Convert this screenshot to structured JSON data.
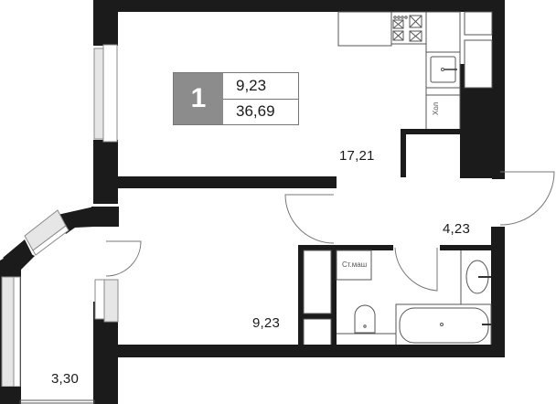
{
  "plan": {
    "rooms_count": "1",
    "summary": {
      "living_area": "9,23",
      "total_area": "36,69"
    },
    "rooms": [
      {
        "id": "kitchen-living",
        "area": "17,21"
      },
      {
        "id": "hallway",
        "area": "4,23"
      },
      {
        "id": "bedroom",
        "area": "9,23"
      },
      {
        "id": "balcony",
        "area": "3,30"
      }
    ],
    "labels": {
      "fridge": "Хол",
      "washing_machine": "Ст.маш"
    },
    "colors": {
      "wall": "#1b1b1b",
      "rooms_badge": "#8c8c8c",
      "window_glass": "#e6e6e6"
    }
  }
}
